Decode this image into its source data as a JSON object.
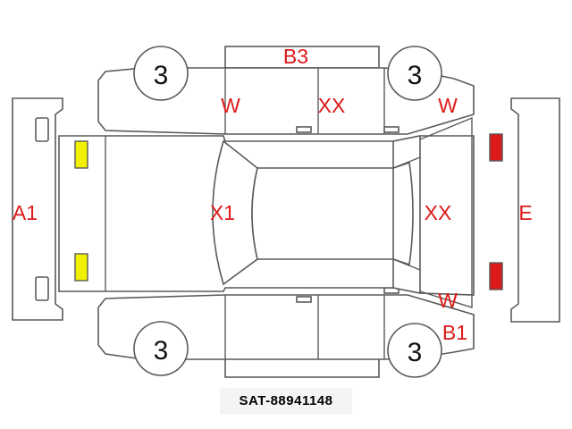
{
  "colors": {
    "outline": "#5a5a5a",
    "mark_text": "#dd1a1a",
    "yellow_lamp": "#f2f200",
    "red_lamp": "#dd1a1a"
  },
  "wheels": [
    "3",
    "3",
    "3",
    "3"
  ],
  "marks": {
    "A1": "A1",
    "B3": "B3",
    "W_top_left": "W",
    "XX_roof": "XX",
    "W_top_right": "W",
    "X1": "X1",
    "XX_rear": "XX",
    "E": "E",
    "W_bottom_right": "W",
    "B1": "B1"
  },
  "code": "SAT-88941148"
}
